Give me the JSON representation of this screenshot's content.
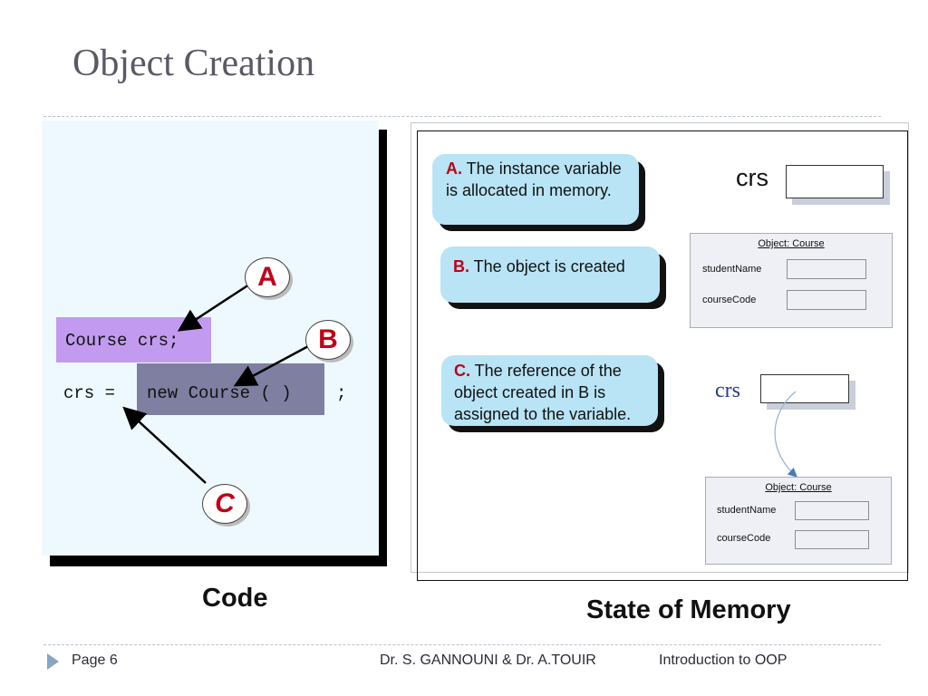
{
  "slide": {
    "title": "Object Creation",
    "page": "Page 6",
    "authors": "Dr. S. GANNOUNI & Dr.  A.TOUIR",
    "course": "Introduction to OOP"
  },
  "code": {
    "declaration": "Course crs;",
    "assign_var": "crs =",
    "new_expr": "new Course ( )",
    "semicolon": ";",
    "label": "Code",
    "badges": {
      "a": "A",
      "b": "B",
      "c": "C"
    }
  },
  "memory": {
    "label": "State of Memory",
    "callouts": [
      {
        "marker": "A.",
        "text": " The instance variable  is  allocated in memory."
      },
      {
        "marker": "B.",
        "text": " The object  is created"
      },
      {
        "marker": "C.",
        "text": " The reference of the object created in B  is assigned to the variable."
      }
    ],
    "var_label": "crs",
    "object": {
      "title": "Object: Course",
      "fields": [
        "studentName",
        "courseCode"
      ]
    }
  }
}
